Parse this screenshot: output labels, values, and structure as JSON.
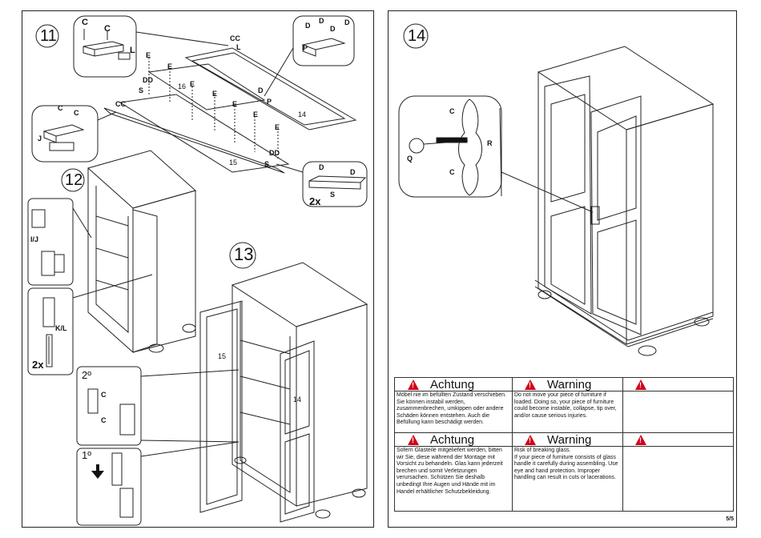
{
  "steps": {
    "s11": "11",
    "s12": "12",
    "s13": "13",
    "s14": "14"
  },
  "labels": {
    "C": "C",
    "L": "L",
    "E": "E",
    "D": "D",
    "S": "S",
    "P": "P",
    "J": "J",
    "CC": "CC",
    "CCL": "CC\nL",
    "DD": "DD",
    "IJ": "I/J",
    "KL": "K/L",
    "R": "R",
    "Q": "Q",
    "p14": "14",
    "p15": "15",
    "p16": "16",
    "deg2": "2º",
    "deg1": "1º"
  },
  "quantities": {
    "q1": "2x",
    "q2": "2x"
  },
  "warnings": {
    "achtung": "Achtung",
    "warning": "Warning",
    "de1": "Möbel nie im befüllten Zustand verschieben. Sie können instabil werden, zusammenbrechen, umkippen oder andere Schäden können entstehen. Auch die Befüllung kann beschädigt werden.",
    "en1": "Do not move your piece of furniture if loaded. Doing so, your piece of furniture could become instable, collapse, tip over, and/or cause serious injuries.",
    "de2": "Sofern Glasteile mitgeliefert werden, bitten wir Sie, diese während der Montage mit Vorsicht zu behandeln. Glas kann jederzeit brechen und somit Verletzungen verursachen. Schützen Sie deshalb unbedingt Ihre Augen und Hände mit im Handel erhältlicher Schutzbekleidung.",
    "en2": "Risk of breaking glass.\nIf your piece of furniture consists of glass handle it carefully during assembling. Use eye and hand protection. Improper handling can result in cuts or lacerations."
  },
  "page": "5/5",
  "colors": {
    "warning_red": "#d0021b"
  }
}
